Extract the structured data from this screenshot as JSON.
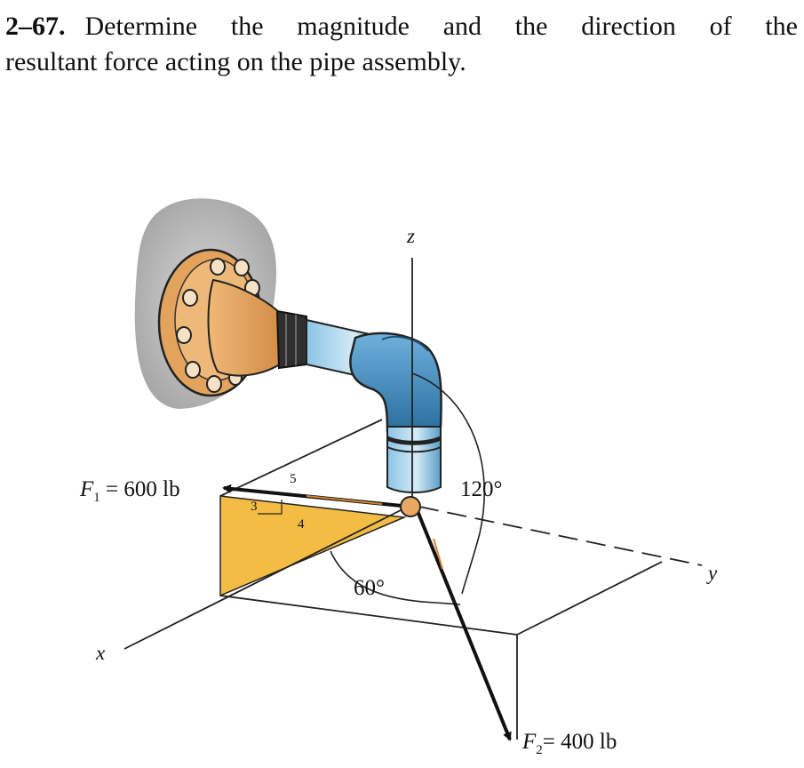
{
  "problem": {
    "number": "2–67.",
    "text_line1": "Determine the magnitude and the direction of the",
    "text_line2": "resultant force acting on the pipe assembly."
  },
  "figure": {
    "axes": {
      "x": "x",
      "y": "y",
      "z": "z"
    },
    "force1": {
      "symbol": "F",
      "subscript": "1",
      "value": " = 600 lb"
    },
    "force2": {
      "symbol": "F",
      "subscript": "2",
      "value": "= 400 lb"
    },
    "slope_triangle": {
      "hyp": "5",
      "vert": "3",
      "horiz": "4"
    },
    "angles": {
      "a120": "120°",
      "a60": "60°"
    },
    "colors": {
      "flange": "#e8a862",
      "pipe": "#3d8cc4",
      "pipe_light": "#b9d9ea",
      "plane": "#f3bd45",
      "wall": "#bdbdbd"
    }
  }
}
